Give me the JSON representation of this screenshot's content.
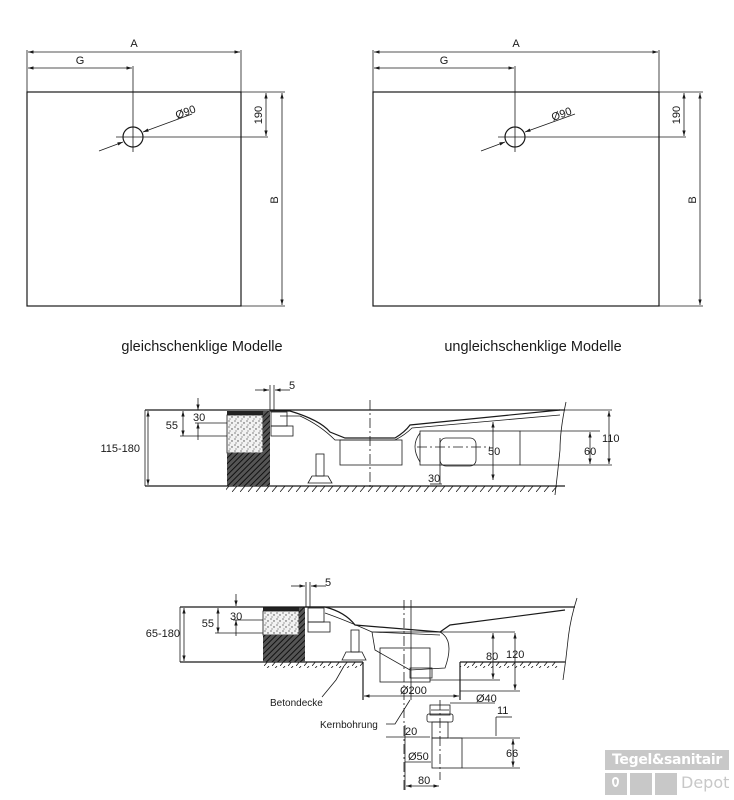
{
  "plan_views": [
    {
      "caption": "gleichschenklige Modelle",
      "dims": {
        "width": "A",
        "offset": "G",
        "depth": "B",
        "drain_from_edge": "190",
        "drain_diameter": "Ø90"
      }
    },
    {
      "caption": "ungleichschenklige Modelle",
      "dims": {
        "width": "A",
        "offset": "G",
        "depth": "B",
        "drain_from_edge": "190",
        "drain_diameter": "Ø90"
      }
    }
  ],
  "section_1": {
    "dims": {
      "gap": "5",
      "tile_top": "30",
      "tile_bed": "55",
      "install_height": "115-180",
      "drain_height": "50",
      "drain_offset": "30",
      "outlet_height": "60",
      "total_height": "110"
    }
  },
  "section_2": {
    "dims": {
      "gap": "5",
      "tile_top": "30",
      "tile_bed": "55",
      "install_height": "65-180",
      "trap_depth": "80",
      "total_depth": "120",
      "core_drill": "Ø200",
      "outlet_diameter": "Ø40",
      "pipe_offset": "11",
      "pipe_height": "66",
      "axis_offset": "20",
      "pipe_diameter": "Ø50",
      "distance": "80"
    },
    "labels": {
      "slab": "Betondecke",
      "core_hole": "Kernbohrung"
    }
  },
  "watermark": {
    "brand_top": "Tegel&sanitair",
    "brand_bottom": "Depot"
  }
}
